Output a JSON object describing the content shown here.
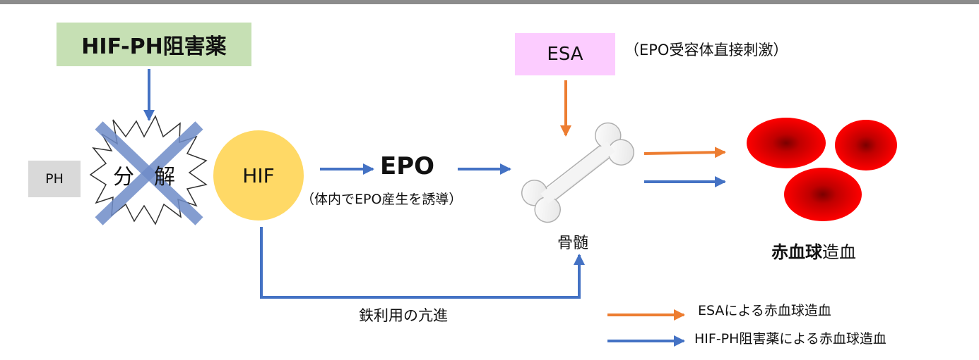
{
  "hif_ph_inhibitor": "HIF-PH阻害薬",
  "esa": {
    "label": "ESA",
    "note": "（EPO受容体直接刺激）"
  },
  "ph": "PH",
  "degradation": "分解",
  "hif": "HIF",
  "epo": {
    "label": "EPO",
    "note": "（体内でEPO産生を誘導）"
  },
  "bone_marrow": "骨髄",
  "rbc": {
    "bold": "赤血球",
    "suffix": "造血"
  },
  "iron": "鉄利用の亢進",
  "legend": {
    "esa_pathway": "ESAによる赤血球造血",
    "hif_pathway": "HIF-PH阻害薬による赤血球造血"
  },
  "colors": {
    "orange_arrow": "#ed7d31",
    "blue_arrow": "#4472c4",
    "hif_ph_box": "#c6e0b4",
    "esa_box": "#fcccff",
    "ph_box": "#d9d9d9",
    "hif_circle": "#ffd966",
    "red_blood_cell": "#e00000"
  }
}
